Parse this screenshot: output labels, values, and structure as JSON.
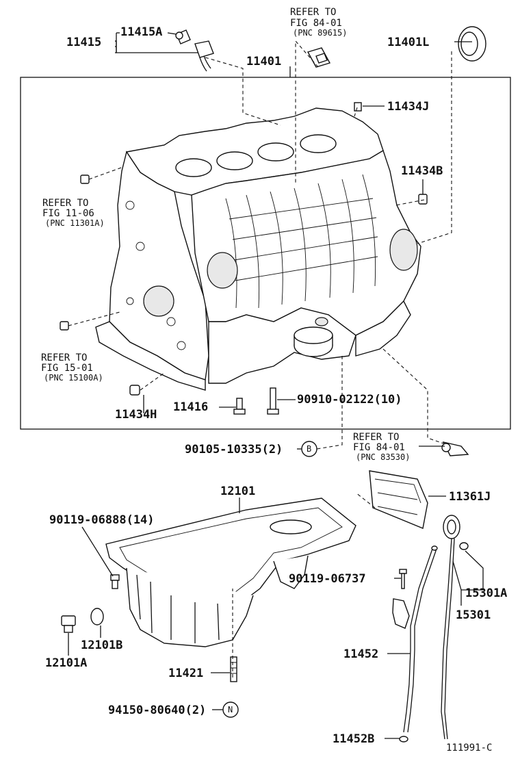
{
  "labels": {
    "p11415": "11415",
    "p11415A": "11415A",
    "refer_fig84_top_1": "REFER TO",
    "refer_fig84_top_2": "FIG 84-01",
    "refer_fig84_top_3": "(PNC 89615)",
    "p11401L": "11401L",
    "p11401": "11401",
    "p11434J": "11434J",
    "p11434B": "11434B",
    "refer_fig11_1": "REFER TO",
    "refer_fig11_2": "FIG 11-06",
    "refer_fig11_3": "(PNC 11301A)",
    "refer_fig15_1": "REFER TO",
    "refer_fig15_2": "FIG 15-01",
    "refer_fig15_3": "(PNC 15100A)",
    "p11434H": "11434H",
    "p11416": "11416",
    "p90910": "90910-02122(10)",
    "p90105": "90105-10335(2)",
    "circle_b": "B",
    "refer_fig84_mid_1": "REFER TO",
    "refer_fig84_mid_2": "FIG 84-01",
    "refer_fig84_mid_3": "(PNC 83530)",
    "p12101": "12101",
    "p11361J": "11361J",
    "p90119_06888": "90119-06888(14)",
    "p90119_06737": "90119-06737",
    "p15301A": "15301A",
    "p15301": "15301",
    "p12101B": "12101B",
    "p12101A": "12101A",
    "p11452": "11452",
    "p11421": "11421",
    "p94150": "94150-80640(2)",
    "circle_n": "N",
    "p11452B": "11452B",
    "figure_id": "111991-C"
  }
}
